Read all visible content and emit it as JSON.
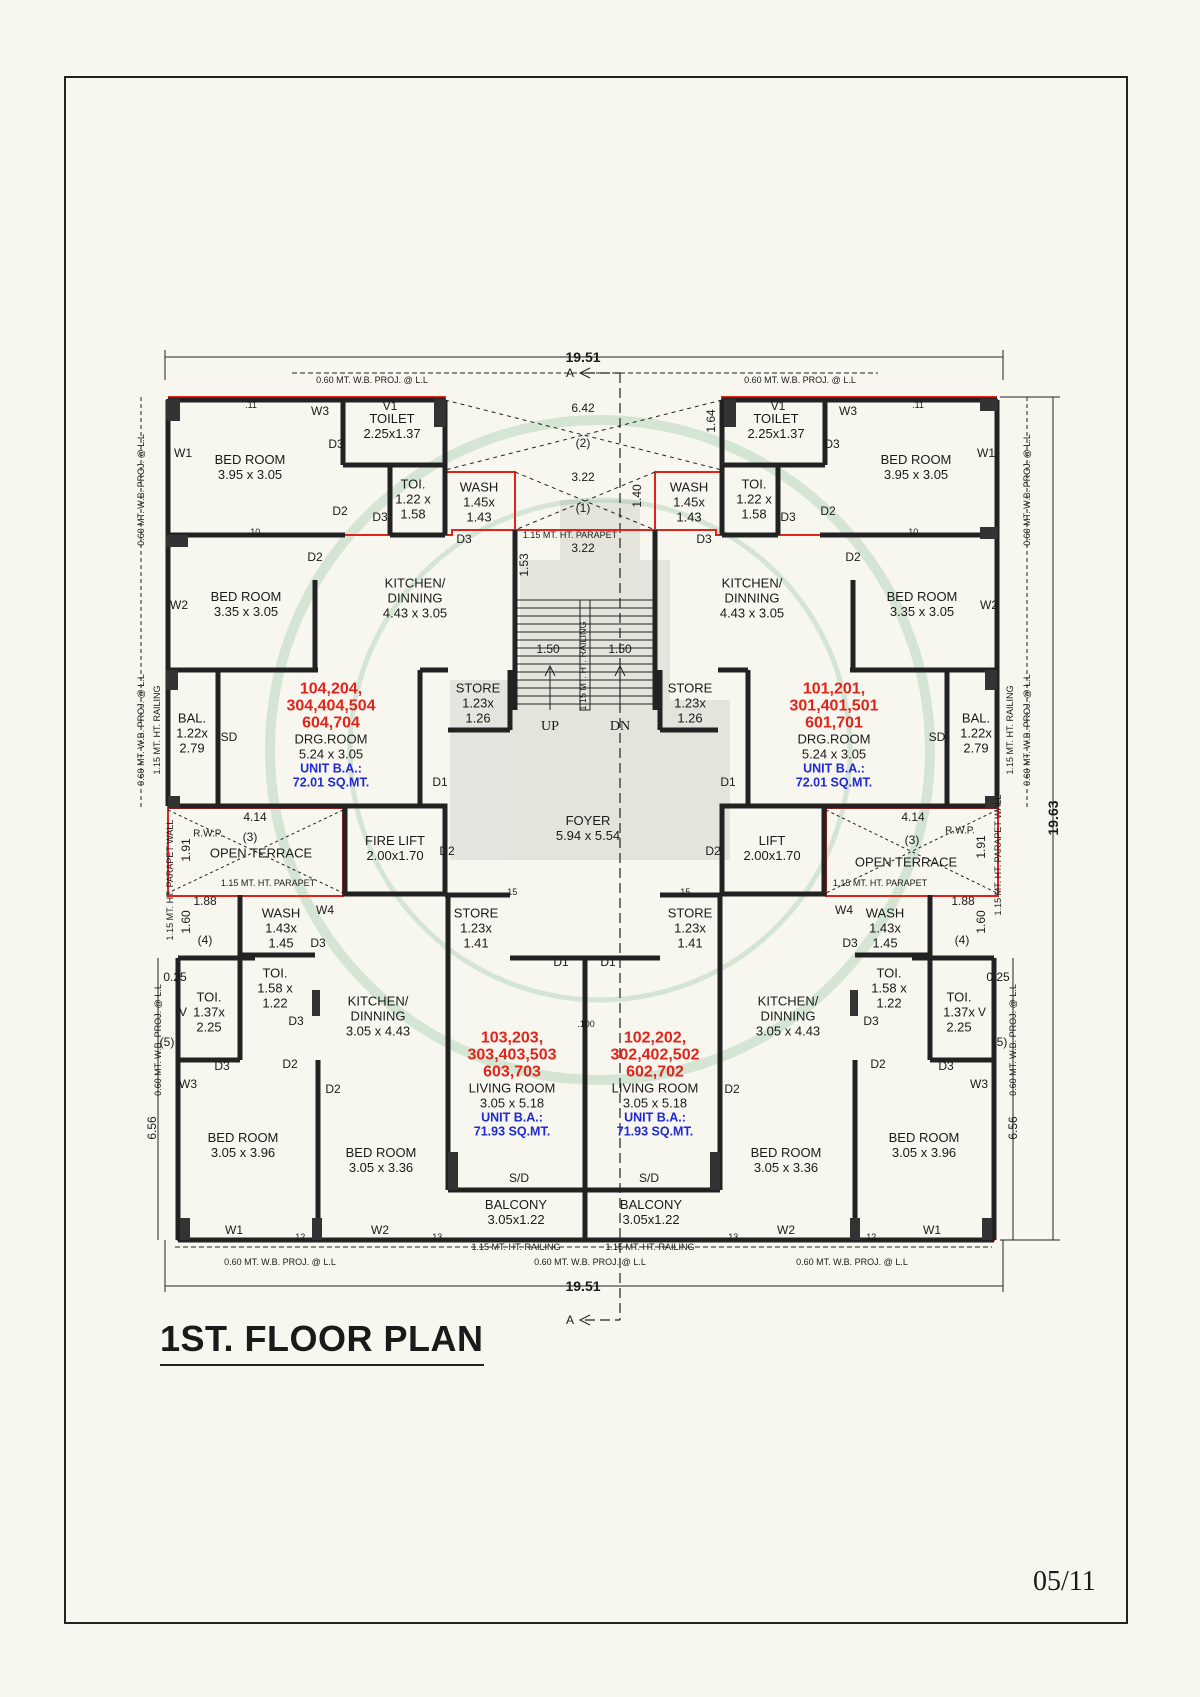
{
  "title": "1ST. FLOOR PLAN",
  "page_number": "05/11",
  "colors": {
    "wall": "#222222",
    "boundary": "#e2231a",
    "unit_no": "#e2231a",
    "built_area": "#1f2ad6",
    "background": "#f7f6ef"
  },
  "dimensions": {
    "top": "19.51",
    "bottom": "19.51",
    "right": "19.63",
    "left_lower": "6.56",
    "right_lower": "6.56",
    "section_top": "A",
    "section_bottom": "A",
    "stair_642": "6.42",
    "stair_322a": "3.22",
    "stair_322b": "3.22",
    "stair_153": "1.53",
    "stair_164": "1.64",
    "stair_140": "1.40",
    "flight_a": "1.50",
    "flight_b": "1.50",
    "terrace_l": "4.14",
    "terrace_r": "4.14",
    "left_191": "1.91",
    "right_191": "1.91",
    "left_188": "1.88",
    "right_188": "1.88",
    "left_160": "1.60",
    "right_160": "1.60",
    "left_025": "0.25",
    "right_025": "0.25",
    "label_1": "(1)",
    "label_2": "(2)",
    "label_3l": "(3)",
    "label_3r": "(3)",
    "label_4l": "(4)",
    "label_4r": "(4)",
    "label_5l": "(5)",
    "label_5r": "(5)"
  },
  "notes": {
    "proj": "0.60 MT. W.B. PROJ. @ L.L",
    "parapet": "1.15 MT. HT. PARAPET",
    "railing": "1.15 MT. HT. RAILING",
    "parapet_wall": "1.15 MT. HT. PARAPET WALL",
    "stair_railing": "1.15 MT. HT. RAILING",
    "proj_short": "0.60 MT. W.B. PROJ. @ L.L",
    "up": "UP",
    "dn": "DN",
    "rwp": "R.W.P."
  },
  "rooms": {
    "nw_bed1": {
      "name": "BED ROOM",
      "size": "3.95 x 3.05"
    },
    "nw_toilet": {
      "name": "TOILET",
      "size": "2.25x1.37"
    },
    "nw_toi": {
      "name": "TOI.",
      "size1": "1.22 x",
      "size2": "1.58"
    },
    "nw_wash": {
      "name": "WASH",
      "size1": "1.45x",
      "size2": "1.43"
    },
    "nw_bed2": {
      "name": "BED ROOM",
      "size": "3.35 x 3.05"
    },
    "nw_kitchen": {
      "name1": "KITCHEN/",
      "name2": "DINNING",
      "size": "4.43 x 3.05"
    },
    "nw_bal": {
      "name": "BAL.",
      "size1": "1.22x",
      "size2": "2.79"
    },
    "nw_store": {
      "name": "STORE",
      "size1": "1.23x",
      "size2": "1.26"
    },
    "ne_bed1": {
      "name": "BED ROOM",
      "size": "3.95 x 3.05"
    },
    "ne_toilet": {
      "name": "TOILET",
      "size": "2.25x1.37"
    },
    "ne_toi": {
      "name": "TOI.",
      "size1": "1.22 x",
      "size2": "1.58"
    },
    "ne_wash": {
      "name": "WASH",
      "size1": "1.45x",
      "size2": "1.43"
    },
    "ne_bed2": {
      "name": "BED ROOM",
      "size": "3.35 x 3.05"
    },
    "ne_kitchen": {
      "name1": "KITCHEN/",
      "name2": "DINNING",
      "size": "4.43 x 3.05"
    },
    "ne_bal": {
      "name": "BAL.",
      "size1": "1.22x",
      "size2": "2.79"
    },
    "ne_store": {
      "name": "STORE",
      "size1": "1.23x",
      "size2": "1.26"
    },
    "foyer": {
      "name": "FOYER",
      "size": "5.94 x 5.54"
    },
    "fire_lift": {
      "name": "FIRE LIFT",
      "size": "2.00x1.70"
    },
    "lift": {
      "name": "LIFT",
      "size": "2.00x1.70"
    },
    "open_terrace_l": {
      "name": "OPEN TERRACE"
    },
    "open_terrace_r": {
      "name": "OPEN TERRACE"
    },
    "sw_wash": {
      "name": "WASH",
      "size1": "1.43x",
      "size2": "1.45"
    },
    "sw_store": {
      "name": "STORE",
      "size1": "1.23x",
      "size2": "1.41"
    },
    "se_wash": {
      "name": "WASH",
      "size1": "1.43x",
      "size2": "1.45"
    },
    "se_store": {
      "name": "STORE",
      "size1": "1.23x",
      "size2": "1.41"
    },
    "sw_toi1": {
      "name": "TOI.",
      "size1": "1.58 x",
      "size2": "1.22"
    },
    "sw_toi2": {
      "name": "TOI.",
      "size1": "1.37x",
      "size2": "2.25"
    },
    "sw_kitchen": {
      "name1": "KITCHEN/",
      "name2": "DINNING",
      "size": "3.05 x 4.43"
    },
    "sw_bed1": {
      "name": "BED ROOM",
      "size": "3.05 x 3.96"
    },
    "sw_bed2": {
      "name": "BED ROOM",
      "size": "3.05 x 3.36"
    },
    "sw_balcony": {
      "name": "BALCONY",
      "size": "3.05x1.22"
    },
    "se_toi1": {
      "name": "TOI.",
      "size1": "1.58 x",
      "size2": "1.22"
    },
    "se_toi2": {
      "name": "TOI.",
      "size1": "1.37x",
      "size2": "2.25"
    },
    "se_kitchen": {
      "name1": "KITCHEN/",
      "name2": "DINNING",
      "size": "3.05 x 4.43"
    },
    "se_bed1": {
      "name": "BED ROOM",
      "size": "3.05 x 3.96"
    },
    "se_bed2": {
      "name": "BED ROOM",
      "size": "3.05 x 3.36"
    },
    "se_balcony": {
      "name": "BALCONY",
      "size": "3.05x1.22"
    }
  },
  "units": {
    "nw": {
      "l1": "104,204,",
      "l2": "304,404,504",
      "l3": "604,704",
      "name": "DRG.ROOM",
      "size": "5.24 x 3.05",
      "ba": "UNIT B.A.:",
      "area": "72.01 SQ.MT."
    },
    "ne": {
      "l1": "101,201,",
      "l2": "301,401,501",
      "l3": "601,701",
      "name": "DRG.ROOM",
      "size": "5.24 x 3.05",
      "ba": "UNIT B.A.:",
      "area": "72.01 SQ.MT."
    },
    "sw": {
      "l1": "103,203,",
      "l2": "303,403,503",
      "l3": "603,703",
      "name": "LIVING ROOM",
      "size": "3.05 x 5.18",
      "ba": "UNIT B.A.:",
      "area": "71.93 SQ.MT."
    },
    "se": {
      "l1": "102,202,",
      "l2": "302,402,502",
      "l3": "602,702",
      "name": "LIVING ROOM",
      "size": "3.05 x 5.18",
      "ba": "UNIT B.A.:",
      "area": "71.93 SQ.MT."
    }
  },
  "tags": {
    "d1": "D1",
    "d2": "D2",
    "d3": "D3",
    "w1": "W1",
    "w2": "W2",
    "w3": "W3",
    "w4": "W4",
    "v1": "V1",
    "v": "V",
    "sd": "SD",
    "s_d": "S/D",
    "t10": ".10",
    "t11": ".11",
    "t12": ".12",
    "t13": ".13",
    "t15": ".15",
    "t100": ".100"
  }
}
